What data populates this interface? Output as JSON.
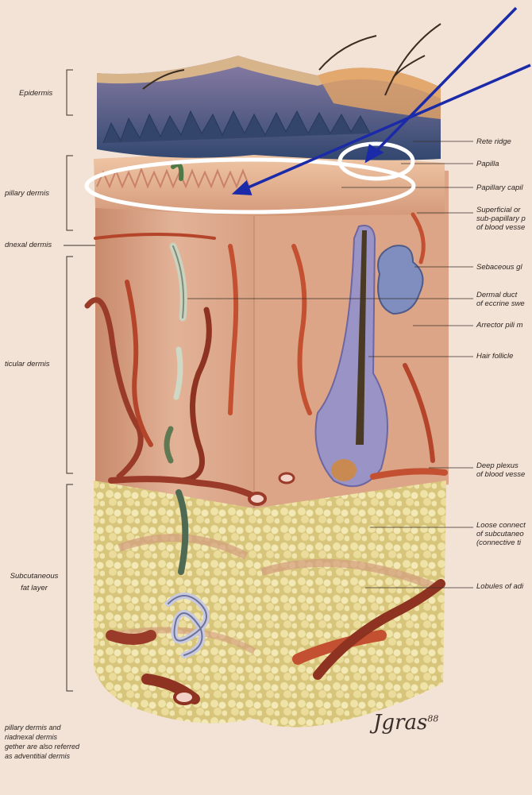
{
  "left_labels": {
    "epidermis": "Epidermis",
    "papillary_dermis": "pillary dermis",
    "adnexal_dermis": "dnexal dermis",
    "reticular_dermis": "ticular dermis",
    "subcutaneous": "Subcutaneous",
    "fat_layer": "fat layer"
  },
  "right_labels": {
    "rete_ridge": "Rete ridge",
    "papilla": "Papilla",
    "papillary_capillaries": "Papillary capil",
    "superficial_plexus_1": "Superficial or",
    "superficial_plexus_2": "sub-papillary p",
    "superficial_plexus_3": "of blood vesse",
    "sebaceous": "Sebaceous gl",
    "dermal_duct_1": "Dermal duct",
    "dermal_duct_2": "of eccrine swe",
    "arrector": "Arrector pili m",
    "hair_follicle": "Hair follicle",
    "deep_plexus_1": "Deep plexus",
    "deep_plexus_2": "of blood vesse",
    "loose_ct_1": "Loose connect",
    "loose_ct_2": "of subcutaneo",
    "loose_ct_3": "(connective ti",
    "lobules": "Lobules of adi"
  },
  "footnote": "pillary dermis and\nriadnexal dermis\ngether are also referred\nas adventitial dermis",
  "signature": "Jgras",
  "signature_year": "88",
  "colors": {
    "background": "#f3e3d6",
    "annotation_arrow": "#1a2aa8",
    "highlight_ellipse": "#ffffff",
    "epidermis": "#3d4f7a",
    "dermis": "#d9a184",
    "vessel": "#b5452a",
    "fat": "#e8dc9a"
  }
}
